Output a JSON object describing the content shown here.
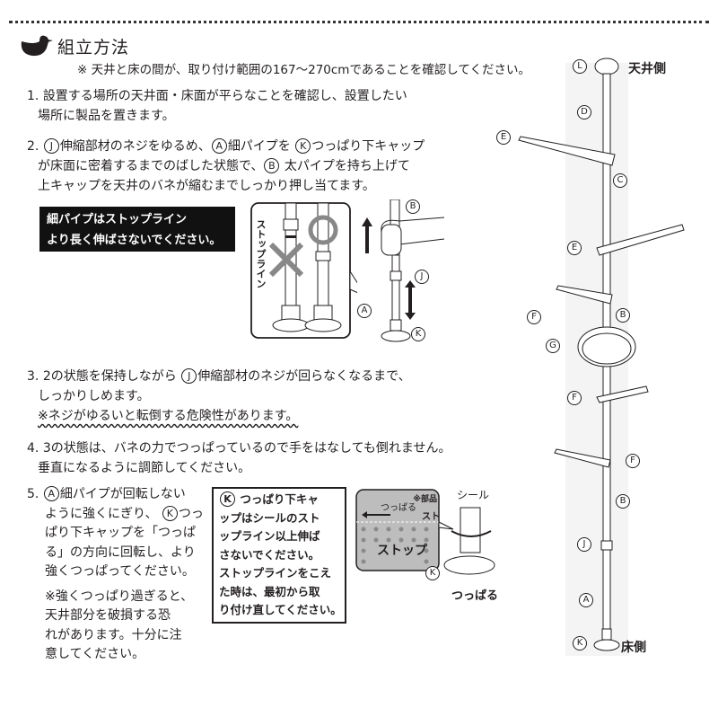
{
  "header": {
    "icon": "bird-icon",
    "title": "組立方法",
    "note": "※ 天井と床の間が、取り付け範囲の167〜270cmであることを確認してください。"
  },
  "steps": [
    {
      "number": "1.",
      "lines": [
        "設置する場所の天井面・床面が平らなことを確認し、設置したい",
        "場所に製品を置きます。"
      ]
    },
    {
      "number": "2.",
      "lines": [
        "伸縮部材のネジをゆるめ、",
        "細パイプを",
        "つっぱり下キャップ",
        "が床面に密着するまでのばした状態で、",
        "太パイプを持ち上げて",
        "上キャップを天井のバネが縮むまでしっかり押し当てます。"
      ],
      "refs": [
        "J",
        "A",
        "K",
        "B"
      ],
      "warning_box": [
        "細パイプはストップライン",
        "より長く伸ばさないでください。"
      ],
      "figure": {
        "stop_line_label": "ストップライン",
        "wrong_mark": "×",
        "right_mark": "○",
        "labels": [
          "B",
          "J",
          "A",
          "K"
        ]
      }
    },
    {
      "number": "3.",
      "lines": [
        "2の状態を保持しながら",
        "伸縮部材のネジが回らなくなるまで、",
        "しっかりしめます。"
      ],
      "refs": [
        "J"
      ],
      "caution": "※ネジがゆるいと転倒する危険性があります。"
    },
    {
      "number": "4.",
      "lines": [
        "3の状態は、バネの力でつっぱっているので手をはなしても倒れません。",
        "垂直になるように調節してください。"
      ]
    },
    {
      "number": "5.",
      "lines": [
        "細パイプが回転しない",
        "ように強くにぎり、",
        "つっ",
        "ぱり下キャップを「つっぱ",
        "る」の方向に回転し、より",
        "強くつっぱってください。"
      ],
      "refs": [
        "A",
        "K"
      ],
      "caution_lines": [
        "※強くつっぱり過ぎると、",
        "天井部分を破損する恐",
        "れがあります。十分に注",
        "意してください。"
      ],
      "boxed_note": [
        "つっぱり下キャ",
        "ップはシールのスト",
        "ップライン以上伸ば",
        "さないでください。",
        "ストップラインをこえ",
        "た時は、最初から取",
        "り付け直してください。"
      ],
      "boxed_note_ref": "K",
      "figure": {
        "parts_note": "※部品",
        "arrow_label": "つっぱる",
        "stop_label": "ストップ",
        "seal_label": "シール",
        "bottom_label": "つっぱる",
        "ref": "K",
        "partial_label": "スト"
      }
    }
  ],
  "pole_diagram": {
    "top_label": "天井側",
    "bottom_label": "床側",
    "parts": [
      "L",
      "D",
      "E",
      "C",
      "E",
      "F",
      "B",
      "G",
      "F",
      "F",
      "B",
      "J",
      "A",
      "K"
    ]
  }
}
